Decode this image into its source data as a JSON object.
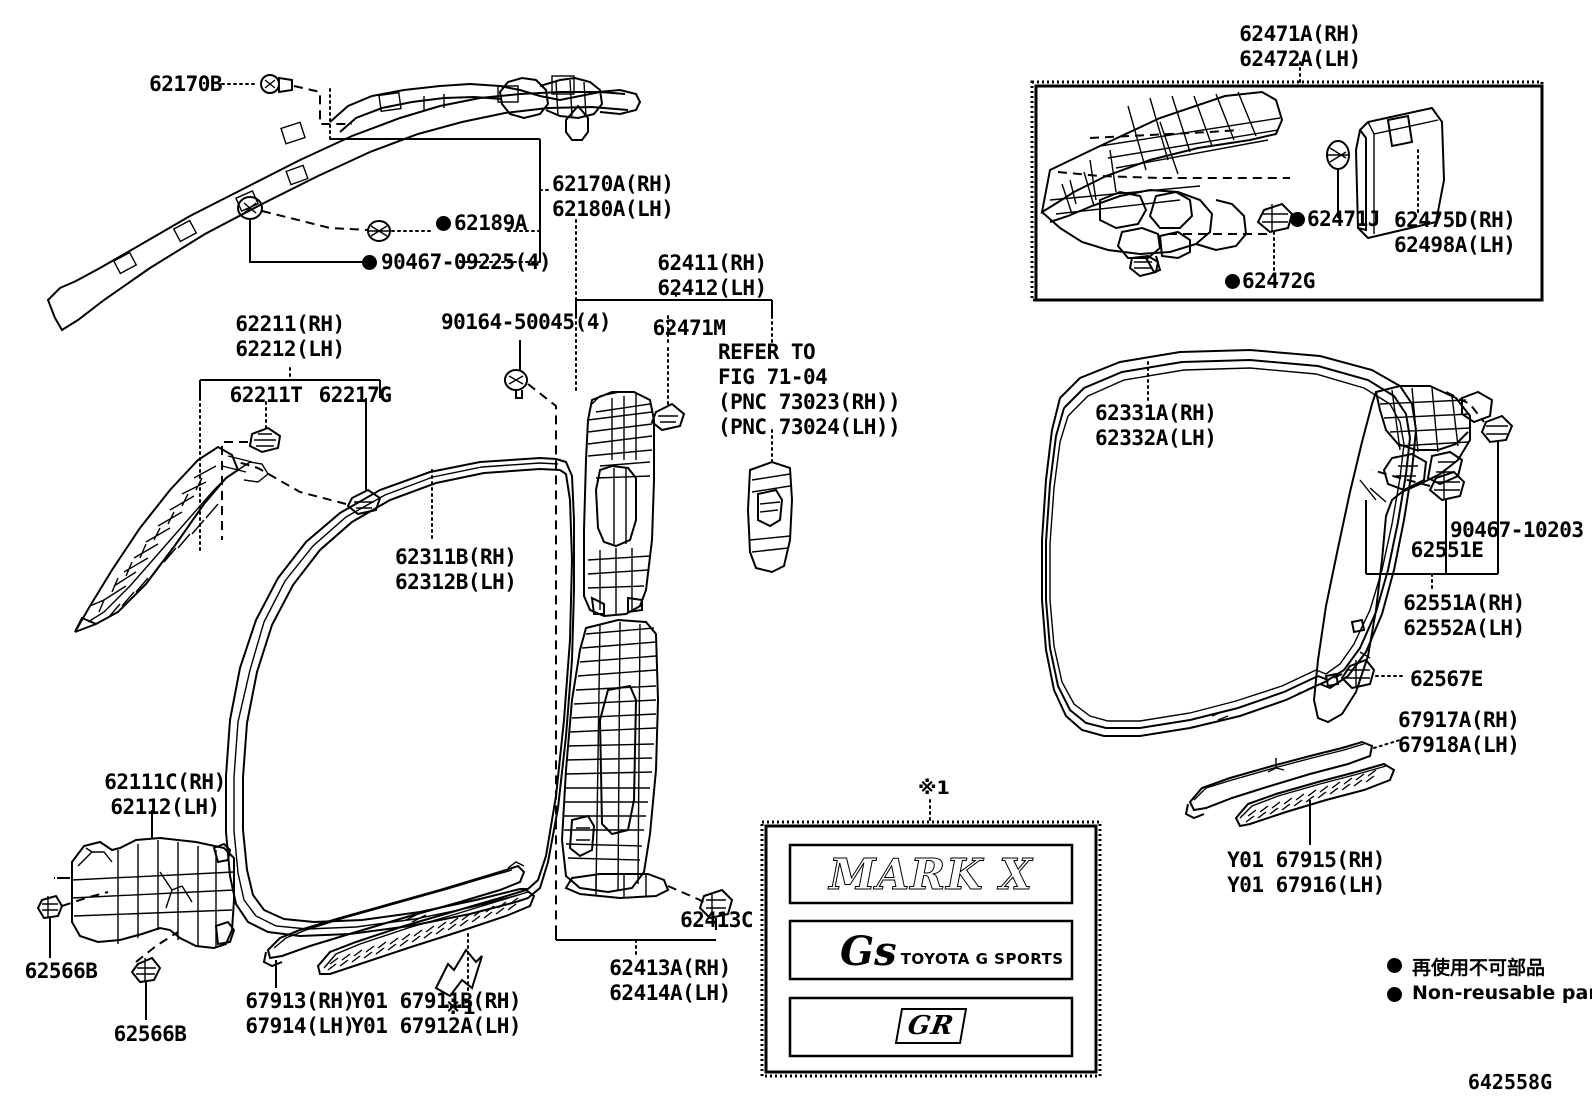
{
  "diagram": {
    "sheet_code": "642558G",
    "star_marker": "※1"
  },
  "legend": {
    "japanese": "再使用不可部品",
    "english": "Non-reusable part"
  },
  "labels": {
    "curtain_airbag_bolt": "62170B",
    "curtain_airbag": "62170A(RH)\n62180A(LH)",
    "curtain_airbag_nut": "62189A",
    "curtain_airbag_screw": "90467-09225(4)",
    "front_pillar_garnish": "62211(RH)\n62212(LH)",
    "front_pillar_clip_t": "62211T",
    "front_pillar_clip_g": "62217G",
    "front_door_weatherstrip": "62311B(RH)\n62312B(LH)",
    "cowl_side_trim": "62111C(RH)\n62112(LH)",
    "cowl_clip_upper": "62566B",
    "cowl_clip_lower": "62566B",
    "front_scuff_plate": "67913(RH)\n67914(LH)",
    "front_scuff_plate_y01": "Y01 67911B(RH)\nY01 67912A(LH)",
    "center_pillar_screw": "90164-50045(4)",
    "center_pillar_upper": "62411(RH)\n62412(LH)",
    "center_pillar_clip_m": "62471M",
    "refer_note": "REFER TO\nFIG 71-04\n(PNC 73023(RH))\n(PNC 73024(LH))",
    "center_pillar_lower": "62413A(RH)\n62414A(LH)",
    "center_pillar_clip_c": "62413C",
    "roof_side_garnish": "62471A(RH)\n62472A(LH)",
    "roof_side_clip_j": "62471J",
    "roof_side_clip_g": "62472G",
    "roof_side_cover": "62475D(RH)\n62498A(LH)",
    "rear_door_weatherstrip": "62331A(RH)\n62332A(LH)",
    "rear_pillar_screw": "90467-10203",
    "rear_pillar_clip_e": "62551E",
    "rear_pillar_garnish": "62551A(RH)\n62552A(LH)",
    "rear_weatherstrip_clip": "62567E",
    "rear_scuff_plate": "67917A(RH)\n67918A(LH)",
    "rear_scuff_plate_y01": "Y01 67915(RH)\nY01 67916(LH)"
  },
  "emblems": {
    "mark_x": "MARK X",
    "gs_mark": "Gs",
    "gs_sub": "TOYOTA G SPORTS",
    "gr_badge": "GR"
  }
}
